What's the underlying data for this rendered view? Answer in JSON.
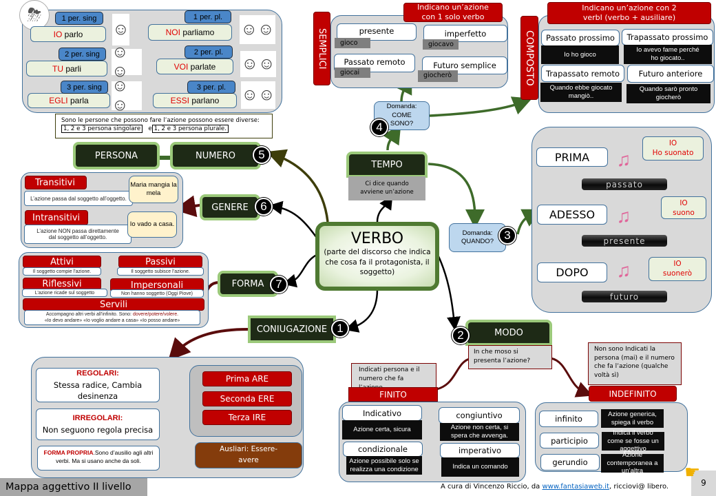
{
  "persona_panel": {
    "items": [
      {
        "tag": "1 per. sing",
        "pronoun": "IO",
        "verb": "parlo"
      },
      {
        "tag": "1 per. pl.",
        "pronoun": "NOI",
        "verb": "parliamo"
      },
      {
        "tag": "2 per. sing",
        "pronoun": "TU",
        "verb": "parli"
      },
      {
        "tag": "2 per. pl.",
        "pronoun": "VOI",
        "verb": "parlate"
      },
      {
        "tag": "3 per. sing",
        "pronoun": "EGLI",
        "verb": "parla"
      },
      {
        "tag": "3 per. pl.",
        "pronoun": "ESSI",
        "verb": "parlano"
      }
    ],
    "note": "Sono le persone che possono fare l’azione possono essere diverse:",
    "note_box1": "1, 2 e 3 persona  singolare",
    "note_and": "e",
    "note_box2": "1, 2 e 3 persona plurale."
  },
  "nodes": {
    "persona": "PERSONA",
    "numero": "NUMERO",
    "genere": "GENERE",
    "forma": "FORMA",
    "coniugazione": "CONIUGAZIONE",
    "modo": "MODO",
    "tempo": "TEMPO",
    "tempo_desc": "Ci dice quando avviene un’azione",
    "verbo_title": "VERBO",
    "verbo_desc": "(parte del discorso che indica che cosa fa il protagonista, il soggetto)"
  },
  "numbers": {
    "n1": "1",
    "n2": "2",
    "n3": "3",
    "n4": "4",
    "n5": "5",
    "n6": "6",
    "n7": "7"
  },
  "semplici": {
    "side_label": "SEMPLICI",
    "header": "Indicano un’azione con 1 solo verbo",
    "tenses": [
      {
        "name": "presente",
        "example": "gioco"
      },
      {
        "name": "imperfetto",
        "example": "giocavo"
      },
      {
        "name": "Passato remoto",
        "example": "giocai"
      },
      {
        "name": "Futuro semplice",
        "example": "giocherò"
      }
    ]
  },
  "composto": {
    "side_label": "COMPOSTO",
    "header": "Indicano un’azione con 2  verbI (verbo + ausiliare)",
    "tenses": [
      {
        "name": "Passato prossimo",
        "example": "Io ho gioco"
      },
      {
        "name": "Trapassato prossimo",
        "example": "Io avevo fame perché ho giocato.."
      },
      {
        "name": "Trapassato remoto",
        "example": "Quando ebbe giocato mangiò.."
      },
      {
        "name": "Futuro anteriore",
        "example": "Quando sarò pronto giocherò"
      }
    ]
  },
  "domanda_come": "Domanda: COME SONO?",
  "domanda_quando": "Domanda: QUANDO?",
  "tempi_panel": [
    {
      "label": "PRIMA",
      "bubble_pronoun": "IO",
      "bubble_verb": "Ho suonato",
      "bar": "passato"
    },
    {
      "label": "ADESSO",
      "bubble_pronoun": "IO",
      "bubble_verb": "suono",
      "bar": "presente"
    },
    {
      "label": "DOPO",
      "bubble_pronoun": "IO",
      "bubble_verb": "suonerò",
      "bar": "futuro"
    }
  ],
  "genere_panel": {
    "transitivi": {
      "title": "Transitivi",
      "desc": "L’azione passa dal soggetto  all’oggetto.",
      "bubble": "Maria mangia la mela"
    },
    "intransitivi": {
      "title": "Intransitivi",
      "desc": "L’azione NON passa direttamente  dal soggetto  all’oggetto.",
      "bubble": "Io vado a casa."
    }
  },
  "forma_panel": {
    "attivi": {
      "title": "Attivi",
      "desc": "Il soggetto  compie l’azione."
    },
    "passivi": {
      "title": "Passivi",
      "desc": "Il soggetto  subisce l’azione."
    },
    "riflessivi": {
      "title": "Riflessivi",
      "desc": "L’azione ricade sul soggetto"
    },
    "impersonali": {
      "title": "Impersonali",
      "desc": "Non hanno  soggetto  (Oggi Piove)"
    },
    "servili": {
      "title": "Servili",
      "desc_prefix": "Accompagno  altri  verbi  all’infinito. Sono: ",
      "desc_verbs": "dovere/potere/volere.",
      "examples": "«Io devo andare»  «Io voglio andare  a casa» «Io posso andare»"
    }
  },
  "coniugazione_panel": {
    "regolari_title": "REGOLARI:",
    "regolari_desc": "Stessa radice, Cambia desinenza",
    "irregolari_title": "IRREGOLARI:",
    "irregolari_desc": "Non seguono regola precisa",
    "forma_propria_title": "FORMA PROPRIA",
    "forma_propria_desc": ".Sono d’ausilio agli altri verbi. Ma si usano anche da soli.",
    "conjugations": [
      "Prima  ARE",
      "Seconda  ERE",
      "Terza IRE"
    ],
    "ausiliari": "Ausliari: Essere-avere"
  },
  "modo_panel": {
    "question": "In che moso si presenta l’azione?",
    "finito_note": "Indicati persona e il numero che fa l’azione",
    "finito": "FINITO",
    "indefinito_note": "Non sono Indicati la persona (mai) e il numero che fa l’azione (qualche voltà sì)",
    "indefinito": "INDEFINITO",
    "finiti": [
      {
        "name": "Indicativo",
        "desc": "Azione certa, sicura"
      },
      {
        "name": "congiuntivo",
        "desc": "Azione non certa, si spera che avvenga."
      },
      {
        "name": "condizionale",
        "desc": "Azione possibile solo se realizza una condizione"
      },
      {
        "name": "imperativo",
        "desc": "Indica un comando"
      }
    ],
    "indefiniti": [
      {
        "name": "infinito",
        "desc": "Azione generica, spiega il verbo"
      },
      {
        "name": "participio",
        "desc": "Indica il verbo come se fosse un aggettivo"
      },
      {
        "name": "gerundio",
        "desc": "Azione contemporanea a un’altra"
      }
    ]
  },
  "footer": {
    "title": "Mappa aggettivo II livello",
    "credit_prefix": "A cura di Vincenzo Riccio, da ",
    "credit_link": "www.fantasiaweb.it",
    "credit_suffix": ", ricciovi@ libero.",
    "page_number": "9"
  },
  "icons": {
    "weather": "⛈",
    "person": "☺",
    "group": "☺☺",
    "hand": "☛",
    "violinist": "♫"
  }
}
